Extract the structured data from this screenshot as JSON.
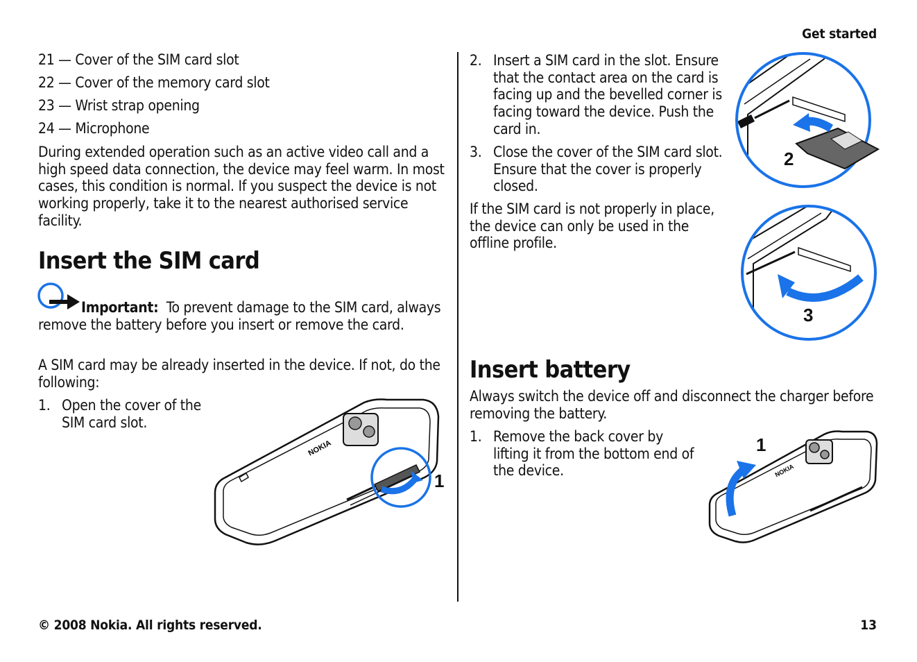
{
  "header": {
    "section": "Get started"
  },
  "footer": {
    "copyright": "© 2008 Nokia. All rights reserved.",
    "page_number": "13"
  },
  "left_column": {
    "parts": [
      "21 — Cover of the SIM card slot",
      "22 — Cover of the memory card slot",
      "23 — Wrist strap opening",
      "24 — Microphone"
    ],
    "warm_paragraph": "During extended operation such as an active video call and a high speed data connection, the device may feel warm. In most cases, this condition is normal. If you suspect the device is not working properly, take it to the nearest authorised service facility.",
    "sim_heading": "Insert the SIM card",
    "important_label": "Important:",
    "important_text": "To prevent damage to the SIM card, always remove the battery before you insert or remove the card.",
    "sim_intro": "A SIM card may be already inserted in the device. If not, do the following:",
    "step1_num": "1.",
    "step1_text": "Open the cover of the SIM card slot.",
    "figure1_label": "1",
    "nokia_logo": "NOKIA"
  },
  "right_column": {
    "step2_num": "2.",
    "step2_text": "Insert a SIM card in the slot. Ensure that the contact area on the card is facing up and the bevelled corner is facing toward the device. Push the card in.",
    "step3_num": "3.",
    "step3_text": "Close the cover of the SIM card slot. Ensure that the cover is properly closed.",
    "offline_paragraph": "If the SIM card is not properly in place, the device can only be used in the offline profile.",
    "figure2_label": "2",
    "figure3_label": "3",
    "battery_heading": "Insert battery",
    "battery_intro": "Always switch the device off and disconnect the charger before removing the battery.",
    "battery_step1_num": "1.",
    "battery_step1_text": "Remove the back cover by lifting it from the bottom end of the device.",
    "figure4_label": "1",
    "nokia_logo": "NOKIA"
  },
  "colors": {
    "accent_blue": "#1a73e8",
    "text": "#111111"
  }
}
